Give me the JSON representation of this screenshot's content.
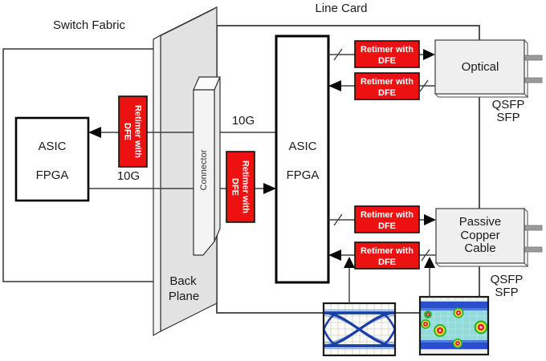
{
  "diagram": {
    "regions": {
      "switch_fabric": "Switch Fabric",
      "line_card": "Line Card",
      "back_plane": {
        "line1": "Back",
        "line2": "Plane"
      },
      "connector": "Connector"
    },
    "asic": {
      "line1": "ASIC",
      "line2": "FPGA"
    },
    "retimer": {
      "line1": "Retimer with",
      "line2": "DFE"
    },
    "links": {
      "speed_left": "10G",
      "speed_right": "10G"
    },
    "modules": {
      "optical": {
        "name": "Optical",
        "port": {
          "line1": "QSFP",
          "line2": "SFP"
        }
      },
      "copper": {
        "name1": "Passive",
        "name2": "Copper",
        "name3": "Cable",
        "port": {
          "line1": "QSFP",
          "line2": "SFP"
        }
      }
    },
    "colors": {
      "retimer_red": "#EE1111",
      "wire_gray": "#404040",
      "backplane_gray": "#E2E2E2",
      "module_gray": "#EFEFEF",
      "eye_trace_blue": "#1B3FAA",
      "eye_heatmap_teal": "#93DADA",
      "hotspot_green": "#2FB42F",
      "hotspot_red": "#E32222"
    }
  }
}
